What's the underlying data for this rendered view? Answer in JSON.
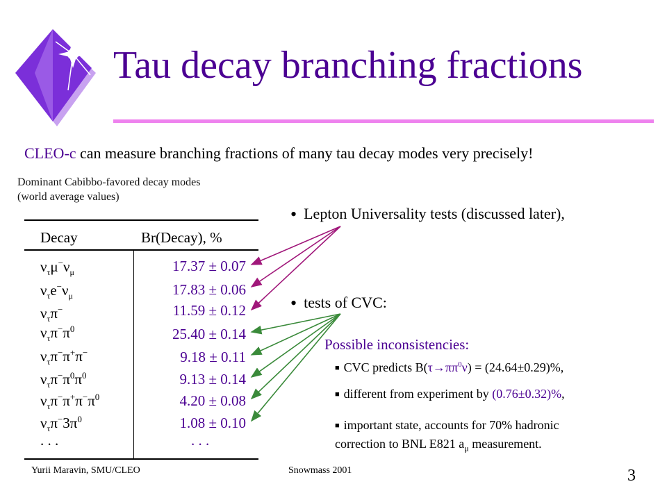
{
  "title": "Tau decay branching fractions",
  "lead": {
    "highlight": "CLEO-c",
    "rest": " can measure branching fractions of many tau decay modes very precisely!"
  },
  "subnote": {
    "line1": "Dominant Cabibbo-favored decay modes",
    "line2": "(world average values)"
  },
  "table": {
    "header_decay": "Decay",
    "header_br": "Br(Decay), %",
    "rows": [
      {
        "value": "17.37 ± 0.07"
      },
      {
        "value": "17.83 ± 0.06"
      },
      {
        "value": "11.59 ± 0.12"
      },
      {
        "value": "25.40 ± 0.14"
      },
      {
        "value": "9.18 ± 0.11"
      },
      {
        "value": "9.13 ± 0.14"
      },
      {
        "value": "4.20 ± 0.08"
      },
      {
        "value": "1.08 ± 0.10"
      }
    ],
    "ellipsis": ". . ."
  },
  "bullets": {
    "lepton": "Lepton Universality tests (discussed later),",
    "cvc": "tests of CVC:"
  },
  "inconsistencies": {
    "heading": "Possible inconsistencies:",
    "item1_prefix": "CVC predicts B(",
    "item1_suffix": ") = (24.64±0.29)%,",
    "item2_prefix": "different from experiment by ",
    "item2_value": "(0.76±0.32)%",
    "item2_suffix": ",",
    "item3_line1": "important state, accounts for 70% hadronic",
    "item3_line2_prefix": "correction to BNL E821 a",
    "item3_line2_suffix": " measurement."
  },
  "footer": {
    "author": "Yurii Maravin, SMU/CLEO",
    "conference": "Snowmass 2001",
    "page": "3"
  },
  "colors": {
    "title": "#4b0092",
    "rule": "#ee82ee",
    "arrow_lepton": "#a0177a",
    "arrow_cvc": "#3a8a3a"
  },
  "icons": {
    "logo": "star-diamond-icon"
  }
}
